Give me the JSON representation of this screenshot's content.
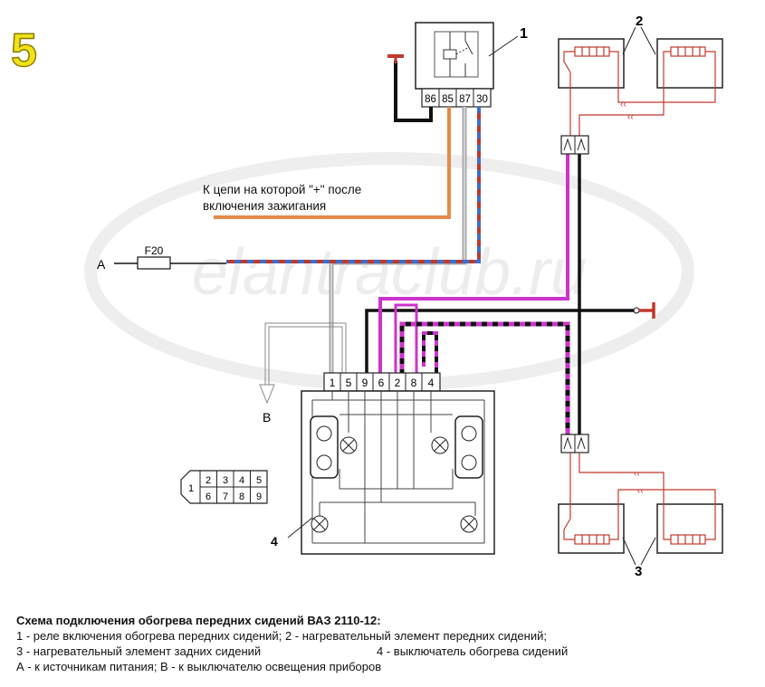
{
  "badge": "5",
  "relay": {
    "callout": "1",
    "pins": [
      "86",
      "85",
      "87",
      "30"
    ]
  },
  "fuse": "F20",
  "labels": {
    "a": "A",
    "b": "B"
  },
  "note": {
    "line1": "К цепи на которой \"+\" после",
    "line2": "включения зажигания"
  },
  "switch_connector": {
    "callout": "4",
    "pins": [
      "1",
      "5",
      "9",
      "6",
      "2",
      "8",
      "4"
    ]
  },
  "front_heaters": {
    "callout": "2"
  },
  "rear_heaters": {
    "callout": "3"
  },
  "connector_pinout": [
    "1",
    "2",
    "3",
    "4",
    "5",
    "6",
    "7",
    "8",
    "9"
  ],
  "watermark": "elantraclub.ru",
  "caption": {
    "title": "Схема подключения обогрева передних сидений ВАЗ 2110-12:",
    "item1_num": "1",
    "item1": " - реле включения обогрева передних сидений; ",
    "item2_num": "2",
    "item2": " - нагревательный элемент  передних сидений;",
    "item3_num": "3",
    "item3": " - нагревательный элемент задних сидений",
    "item4_num": "4",
    "item4": " - выключатель обогрева  сидений",
    "line4": "А - к источникам питания; В - к выключателю освещения приборов"
  },
  "colors": {
    "purple": "#cc33cc",
    "orange": "#e58a4a",
    "red": "#c0392b",
    "blue": "#3a6fd0",
    "gray": "#a8a8a8",
    "black": "#111111",
    "badge": "#f2e21a"
  }
}
